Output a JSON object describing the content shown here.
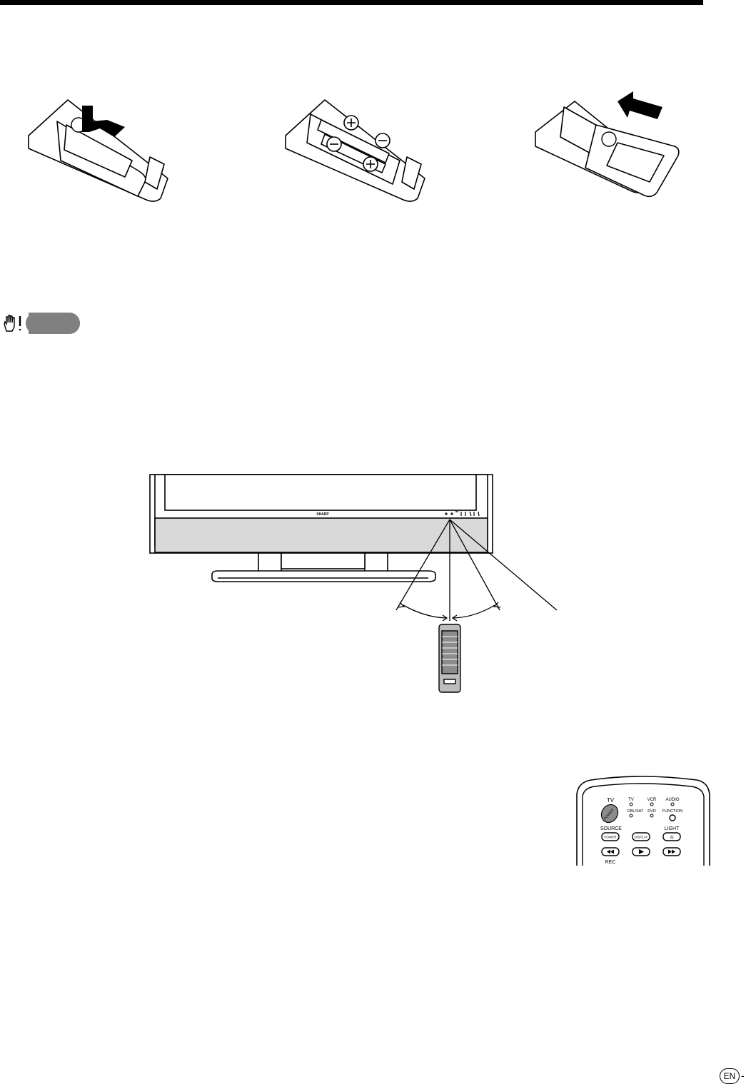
{
  "page": {
    "language_badge": "EN",
    "page_suffix": "-"
  },
  "tv_figure": {
    "brand": "SHARP"
  },
  "remote_closeup": {
    "tv": "TV",
    "power_italic": "POWER",
    "mode_tv": "TV",
    "mode_vcr": "VCR",
    "mode_audio": "AUDIO",
    "mode_dbl_sat": "DBL/SAT",
    "mode_dvd": "DVD",
    "function": "FUNCTION",
    "source": "SOURCE",
    "light": "LIGHT",
    "power_btn": "POWER",
    "display_btn": "DISPLAY",
    "rec": "REC"
  },
  "icons": {
    "caution": "caution-hand-icon",
    "plus": "battery-plus-icon",
    "minus": "battery-minus-icon",
    "arrow": "slide-arrow-icon"
  }
}
